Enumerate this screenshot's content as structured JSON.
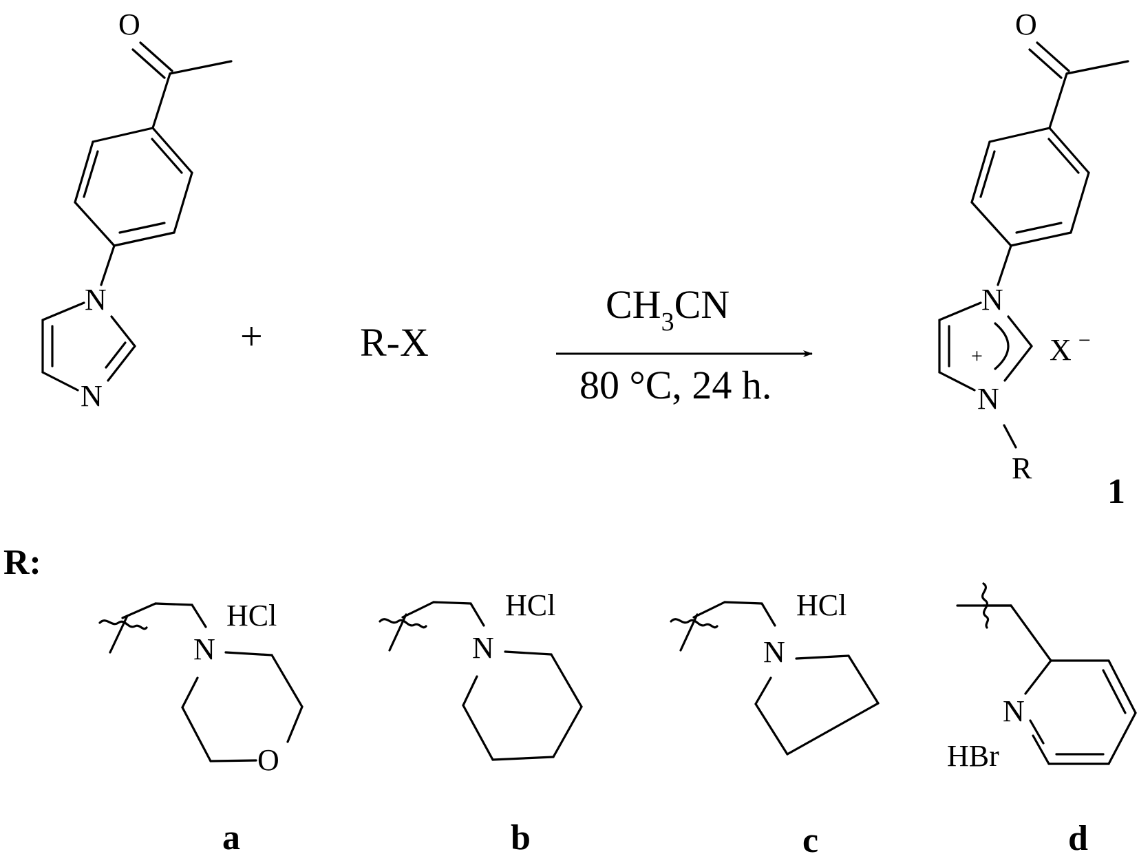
{
  "reactant": {
    "atoms": {
      "O": "O",
      "N1": "N",
      "N3": "N"
    }
  },
  "plus_sign": "+",
  "reagent": "R-X",
  "conditions": {
    "solvent_ch": "CH",
    "solvent_sub": "3",
    "solvent_cn": "CN",
    "temperature_time": "80 °C, 24 h."
  },
  "product": {
    "atoms": {
      "O": "O",
      "N1": "N",
      "N3": "N",
      "R": "R"
    },
    "charge": "+",
    "counter_ion": "X",
    "counter_charge": "−",
    "compound_number": "1"
  },
  "r_groups": {
    "header": "R:",
    "a": {
      "salt": "HCl",
      "N": "N",
      "O": "O",
      "label": "a"
    },
    "b": {
      "salt": "HCl",
      "N": "N",
      "label": "b"
    },
    "c": {
      "salt": "HCl",
      "N": "N",
      "label": "c"
    },
    "d": {
      "salt": "HBr",
      "N": "N",
      "label": "d"
    }
  },
  "colors": {
    "ink": "#000000",
    "background": "#ffffff"
  }
}
